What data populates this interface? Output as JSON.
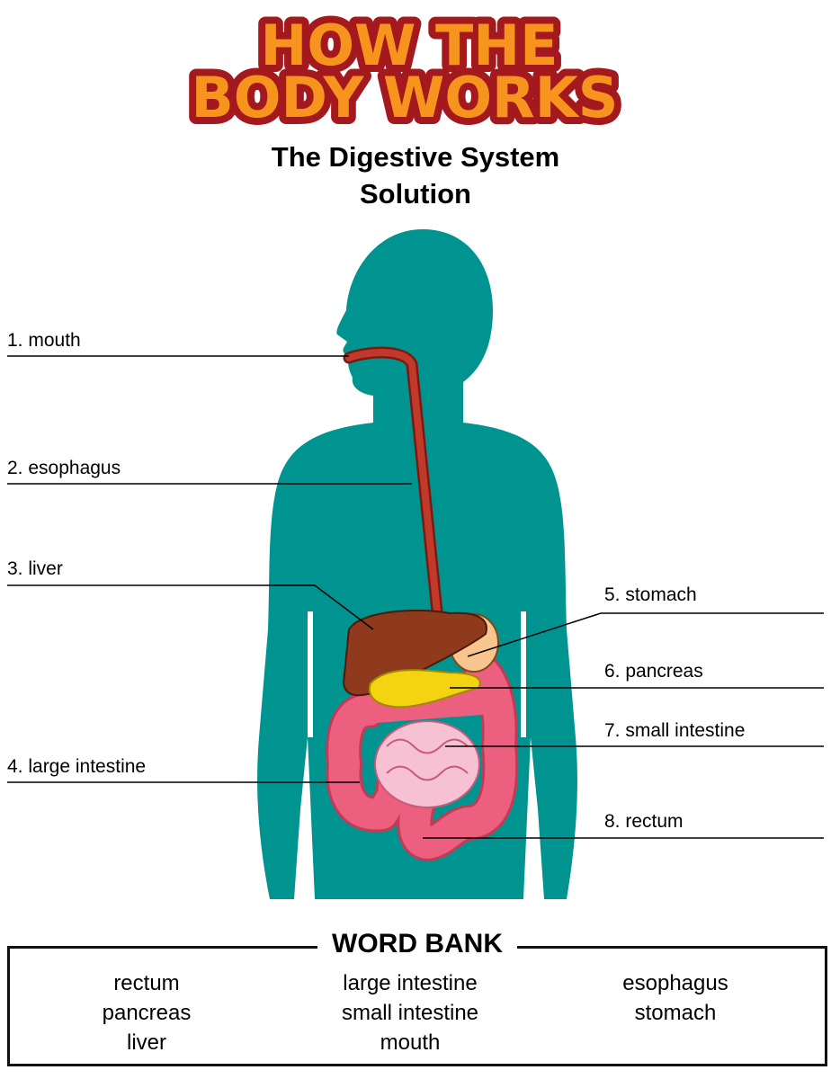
{
  "logo": {
    "line1": "HOW THE",
    "line2": "BODY WORKS"
  },
  "title": "The Digestive System",
  "subtitle": "Solution",
  "labels": [
    "1. mouth",
    "2. esophagus",
    "3. liver",
    "4. large intestine",
    "5. stomach",
    "6. pancreas",
    "7. small intestine",
    "8. rectum"
  ],
  "word_bank": {
    "heading": "WORD BANK",
    "columns": [
      [
        "rectum",
        "pancreas",
        "liver"
      ],
      [
        "large intestine",
        "small intestine",
        "mouth"
      ],
      [
        "esophagus",
        "stomach"
      ]
    ]
  },
  "colors": {
    "body": "#009490",
    "logo_fill": "#f7941d",
    "logo_outline": "#a3191e"
  }
}
